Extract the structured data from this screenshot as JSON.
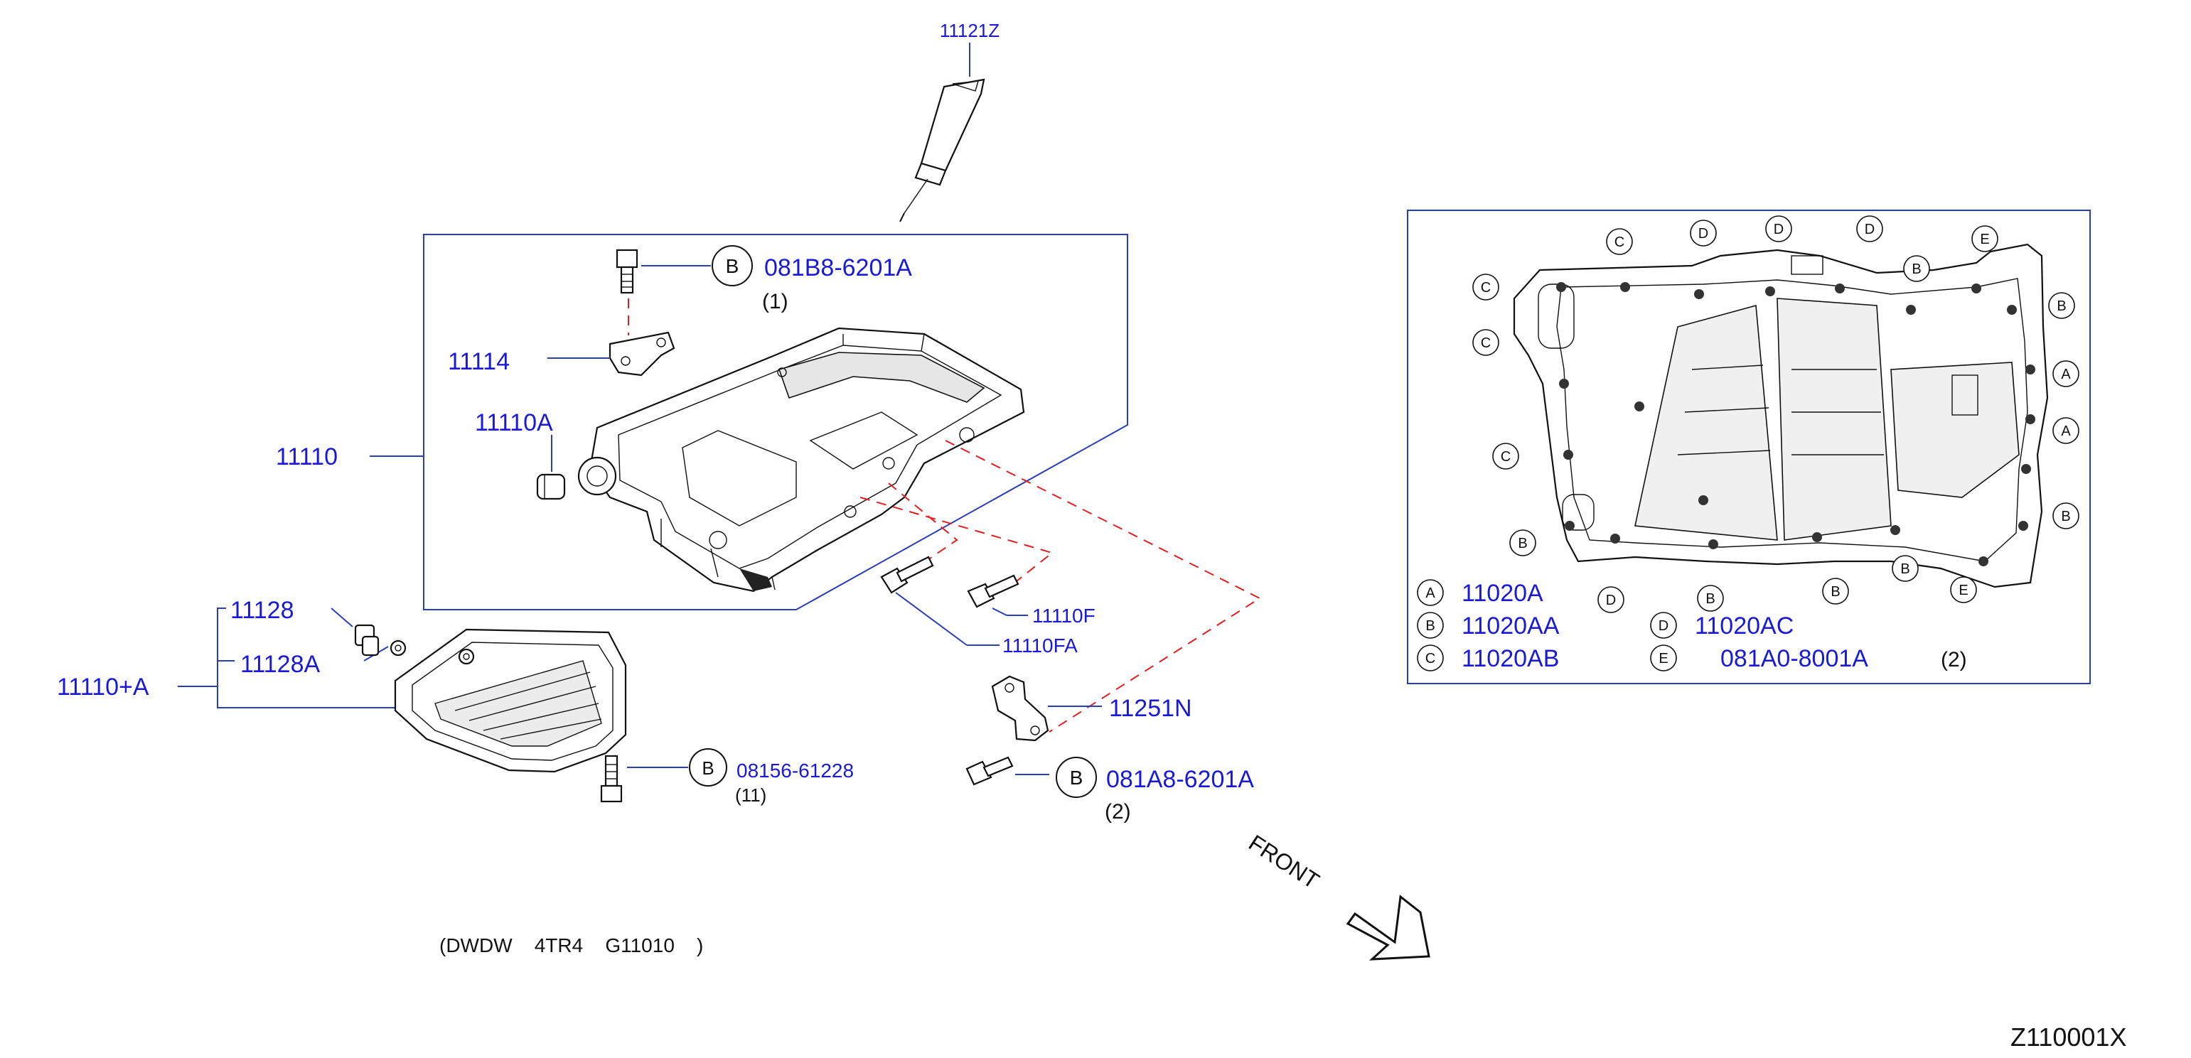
{
  "labels": {
    "sealant": "11121Z",
    "bolt_top_code": "081B8-6201A",
    "bolt_top_qty": "(1)",
    "bracket": "11114",
    "upper_pan_assy": "11110",
    "plug_upper": "11110A",
    "bolt_f": "11110F",
    "bolt_fa": "11110FA",
    "drain_plug": "11128",
    "drain_washer": "11128A",
    "pan_assy": "11110+A",
    "pan_bolt_code": "08156-61228",
    "pan_bolt_qty": "(11)",
    "baffle": "11251N",
    "baffle_bolt_code": "081A8-6201A",
    "baffle_bolt_qty": "(2)",
    "front": "FRONT",
    "model_code": "(DWDW    4TR4    G11010    )",
    "figure_id": "Z110001X",
    "circle_b": "B"
  },
  "legend": {
    "rows": [
      {
        "letter": "A",
        "part": "11020A",
        "qty": ""
      },
      {
        "letter": "B",
        "part": "11020AA",
        "qty": ""
      },
      {
        "letter": "C",
        "part": "11020AB",
        "qty": ""
      },
      {
        "letter": "D",
        "part": "11020AC",
        "qty": ""
      },
      {
        "letter": "E",
        "part": "081A0-8001A",
        "qty": "(2)"
      }
    ]
  },
  "bolt_positions": {
    "top": [
      "C",
      "D",
      "D",
      "D",
      "E"
    ],
    "left": [
      "C",
      "C",
      "C"
    ],
    "right": [
      "B",
      "A",
      "A",
      "B"
    ],
    "bottom": [
      "B",
      "D",
      "B",
      "B",
      "B",
      "E"
    ],
    "inner": [
      "B"
    ]
  },
  "colors": {
    "part_number": "#1a1ad6",
    "callout_line": "#2b3fb5",
    "dashed_link": "#e02020",
    "drawing": "#111111"
  }
}
